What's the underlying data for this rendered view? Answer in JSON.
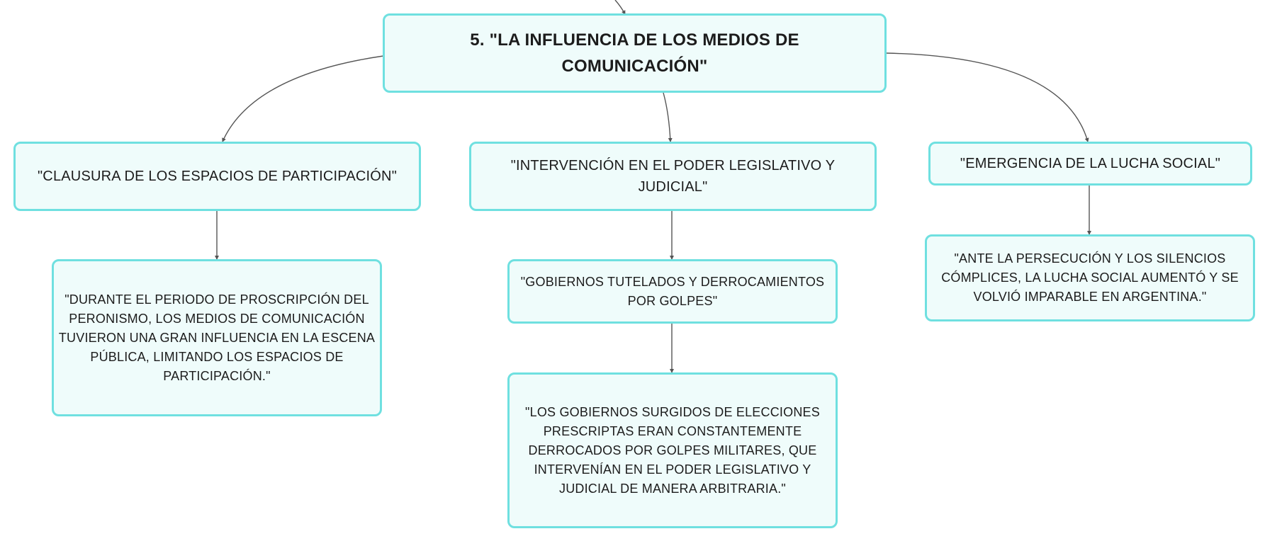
{
  "colors": {
    "node_fill": "#effcfb",
    "node_border": "#6fe0e0",
    "connector": "#555555",
    "text": "#1c1c1c"
  },
  "root": {
    "text": "5. \"LA INFLUENCIA DE LOS MEDIOS DE COMUNICACIÓN\""
  },
  "branches": [
    {
      "title": "\"CLAUSURA DE LOS ESPACIOS DE PARTICIPACIÓN\"",
      "children": [
        "\"DURANTE EL PERIODO DE PROSCRIPCIÓN DEL PERONISMO, LOS MEDIOS DE COMUNICACIÓN TUVIERON UNA GRAN INFLUENCIA EN LA ESCENA PÚBLICA, LIMITANDO LOS ESPACIOS DE PARTICIPACIÓN.\""
      ]
    },
    {
      "title": "\"INTERVENCIÓN EN EL PODER LEGISLATIVO Y JUDICIAL\"",
      "children": [
        "\"GOBIERNOS TUTELADOS Y DERROCAMIENTOS POR GOLPES\"",
        "\"LOS GOBIERNOS SURGIDOS DE ELECCIONES PRESCRIPTAS ERAN CONSTANTEMENTE DERROCADOS POR GOLPES MILITARES, QUE INTERVENÍAN EN EL PODER LEGISLATIVO Y JUDICIAL DE MANERA ARBITRARIA.\""
      ]
    },
    {
      "title": "\"EMERGENCIA DE LA LUCHA SOCIAL\"",
      "children": [
        "\"ANTE LA PERSECUCIÓN Y LOS SILENCIOS CÓMPLICES, LA LUCHA SOCIAL AUMENTÓ Y SE VOLVIÓ IMPARABLE EN ARGENTINA.\""
      ]
    }
  ]
}
